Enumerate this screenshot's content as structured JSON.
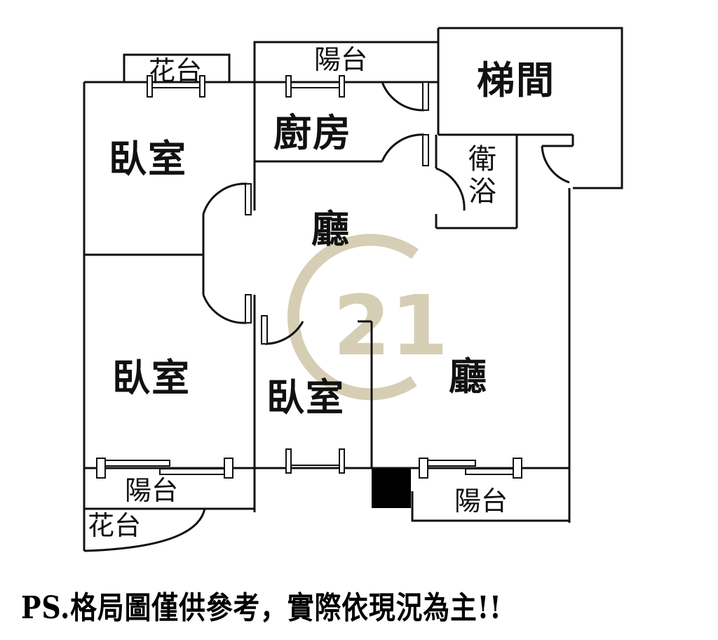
{
  "floor_plan": {
    "rooms": [
      {
        "id": "bedroom-nw",
        "label": "臥室",
        "type": "bedroom"
      },
      {
        "id": "bedroom-sw",
        "label": "臥室",
        "type": "bedroom"
      },
      {
        "id": "bedroom-center",
        "label": "臥室",
        "type": "bedroom"
      },
      {
        "id": "kitchen",
        "label": "廚房",
        "type": "kitchen"
      },
      {
        "id": "stairwell",
        "label": "梯間",
        "type": "stairwell"
      },
      {
        "id": "bathroom",
        "label": "衛浴",
        "type": "bathroom"
      },
      {
        "id": "living-upper",
        "label": "廳",
        "type": "living"
      },
      {
        "id": "living-lower",
        "label": "廳",
        "type": "living"
      },
      {
        "id": "balcony-top",
        "label": "陽台",
        "type": "balcony"
      },
      {
        "id": "balcony-sw",
        "label": "陽台",
        "type": "balcony"
      },
      {
        "id": "balcony-se",
        "label": "陽台",
        "type": "balcony"
      },
      {
        "id": "planter-top",
        "label": "花台",
        "type": "planter"
      },
      {
        "id": "planter-sw",
        "label": "花台",
        "type": "planter"
      }
    ],
    "watermark": {
      "text": "21",
      "color": "#c9c0a2",
      "brand_mark": "century-21-logo"
    },
    "colors": {
      "wall": "#111111",
      "column": "#000000",
      "background": "#ffffff"
    }
  },
  "disclaimer": "PS.格局圖僅供參考，實際依現況為主!!"
}
